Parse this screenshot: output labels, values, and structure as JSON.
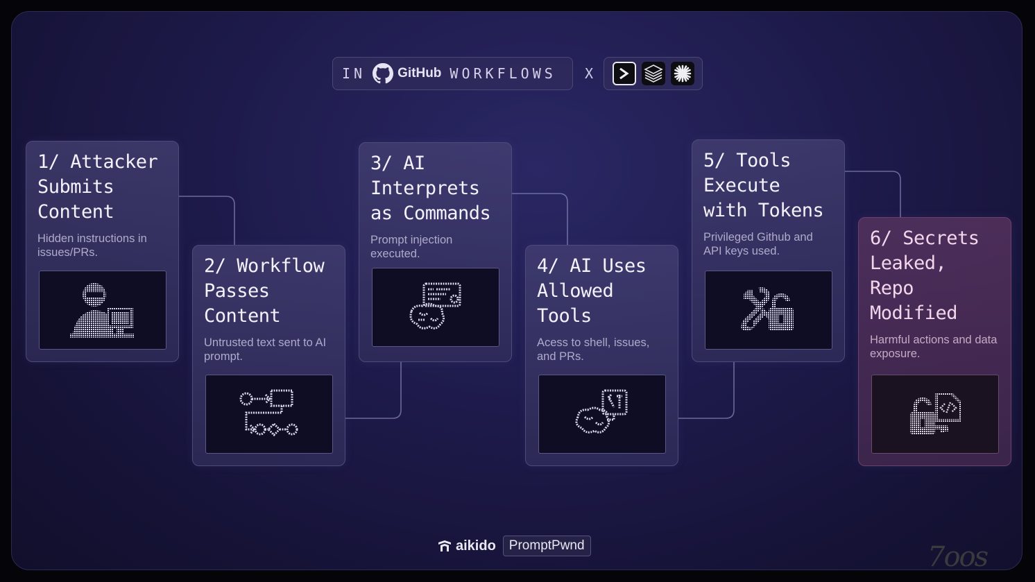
{
  "header": {
    "prefix": "IN",
    "brand": "GitHub",
    "suffix": "WORKFLOWS",
    "separator": "X",
    "tool_icons": [
      "terminal-icon",
      "stack-layers-icon",
      "asterisk-burst-icon"
    ]
  },
  "steps": [
    {
      "title": "1/ Attacker\nSubmits\nContent",
      "desc": "Hidden instructions in issues/PRs.",
      "icon": "hacker-at-computer-icon"
    },
    {
      "title": "2/ Workflow\nPasses\nContent",
      "desc": "Untrusted text sent to AI prompt.",
      "icon": "workflow-diagram-icon"
    },
    {
      "title": "3/ AI\nInterprets\nas Commands",
      "desc": "Prompt injection executed.",
      "icon": "brain-command-icon"
    },
    {
      "title": "4/ AI Uses\nAllowed\nTools",
      "desc": "Acess to shell, issues, and PRs.",
      "icon": "brain-tools-icon"
    },
    {
      "title": "5/ Tools\nExecute\nwith Tokens",
      "desc": "Privileged Github and API keys used.",
      "icon": "tools-unlocked-icon"
    },
    {
      "title": "6/ Secrets\nLeaked,\nRepo\nModified",
      "desc": "Harmful actions and data exposure.",
      "icon": "unlocked-code-file-icon"
    }
  ],
  "footer": {
    "brand": "aikido",
    "product": "PromptPwnd"
  },
  "watermark": "7oos",
  "colors": {
    "background": "#1d1a4a",
    "card": "#443f74",
    "danger_card": "#5a3460",
    "connector": "#8a86b8"
  }
}
